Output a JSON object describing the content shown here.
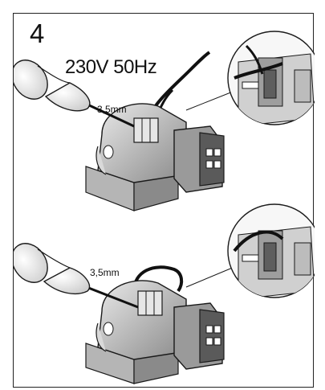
{
  "step_number": "4",
  "voltage_label": "230V 50Hz",
  "tool_size_top": "3,5mm",
  "tool_size_bottom": "3,5mm",
  "colors": {
    "line": "#1a1a1a",
    "fill_light": "#f2f2f2",
    "fill_mid": "#bfbfbf",
    "fill_dark": "#7a7a7a",
    "cable": "#111111"
  }
}
